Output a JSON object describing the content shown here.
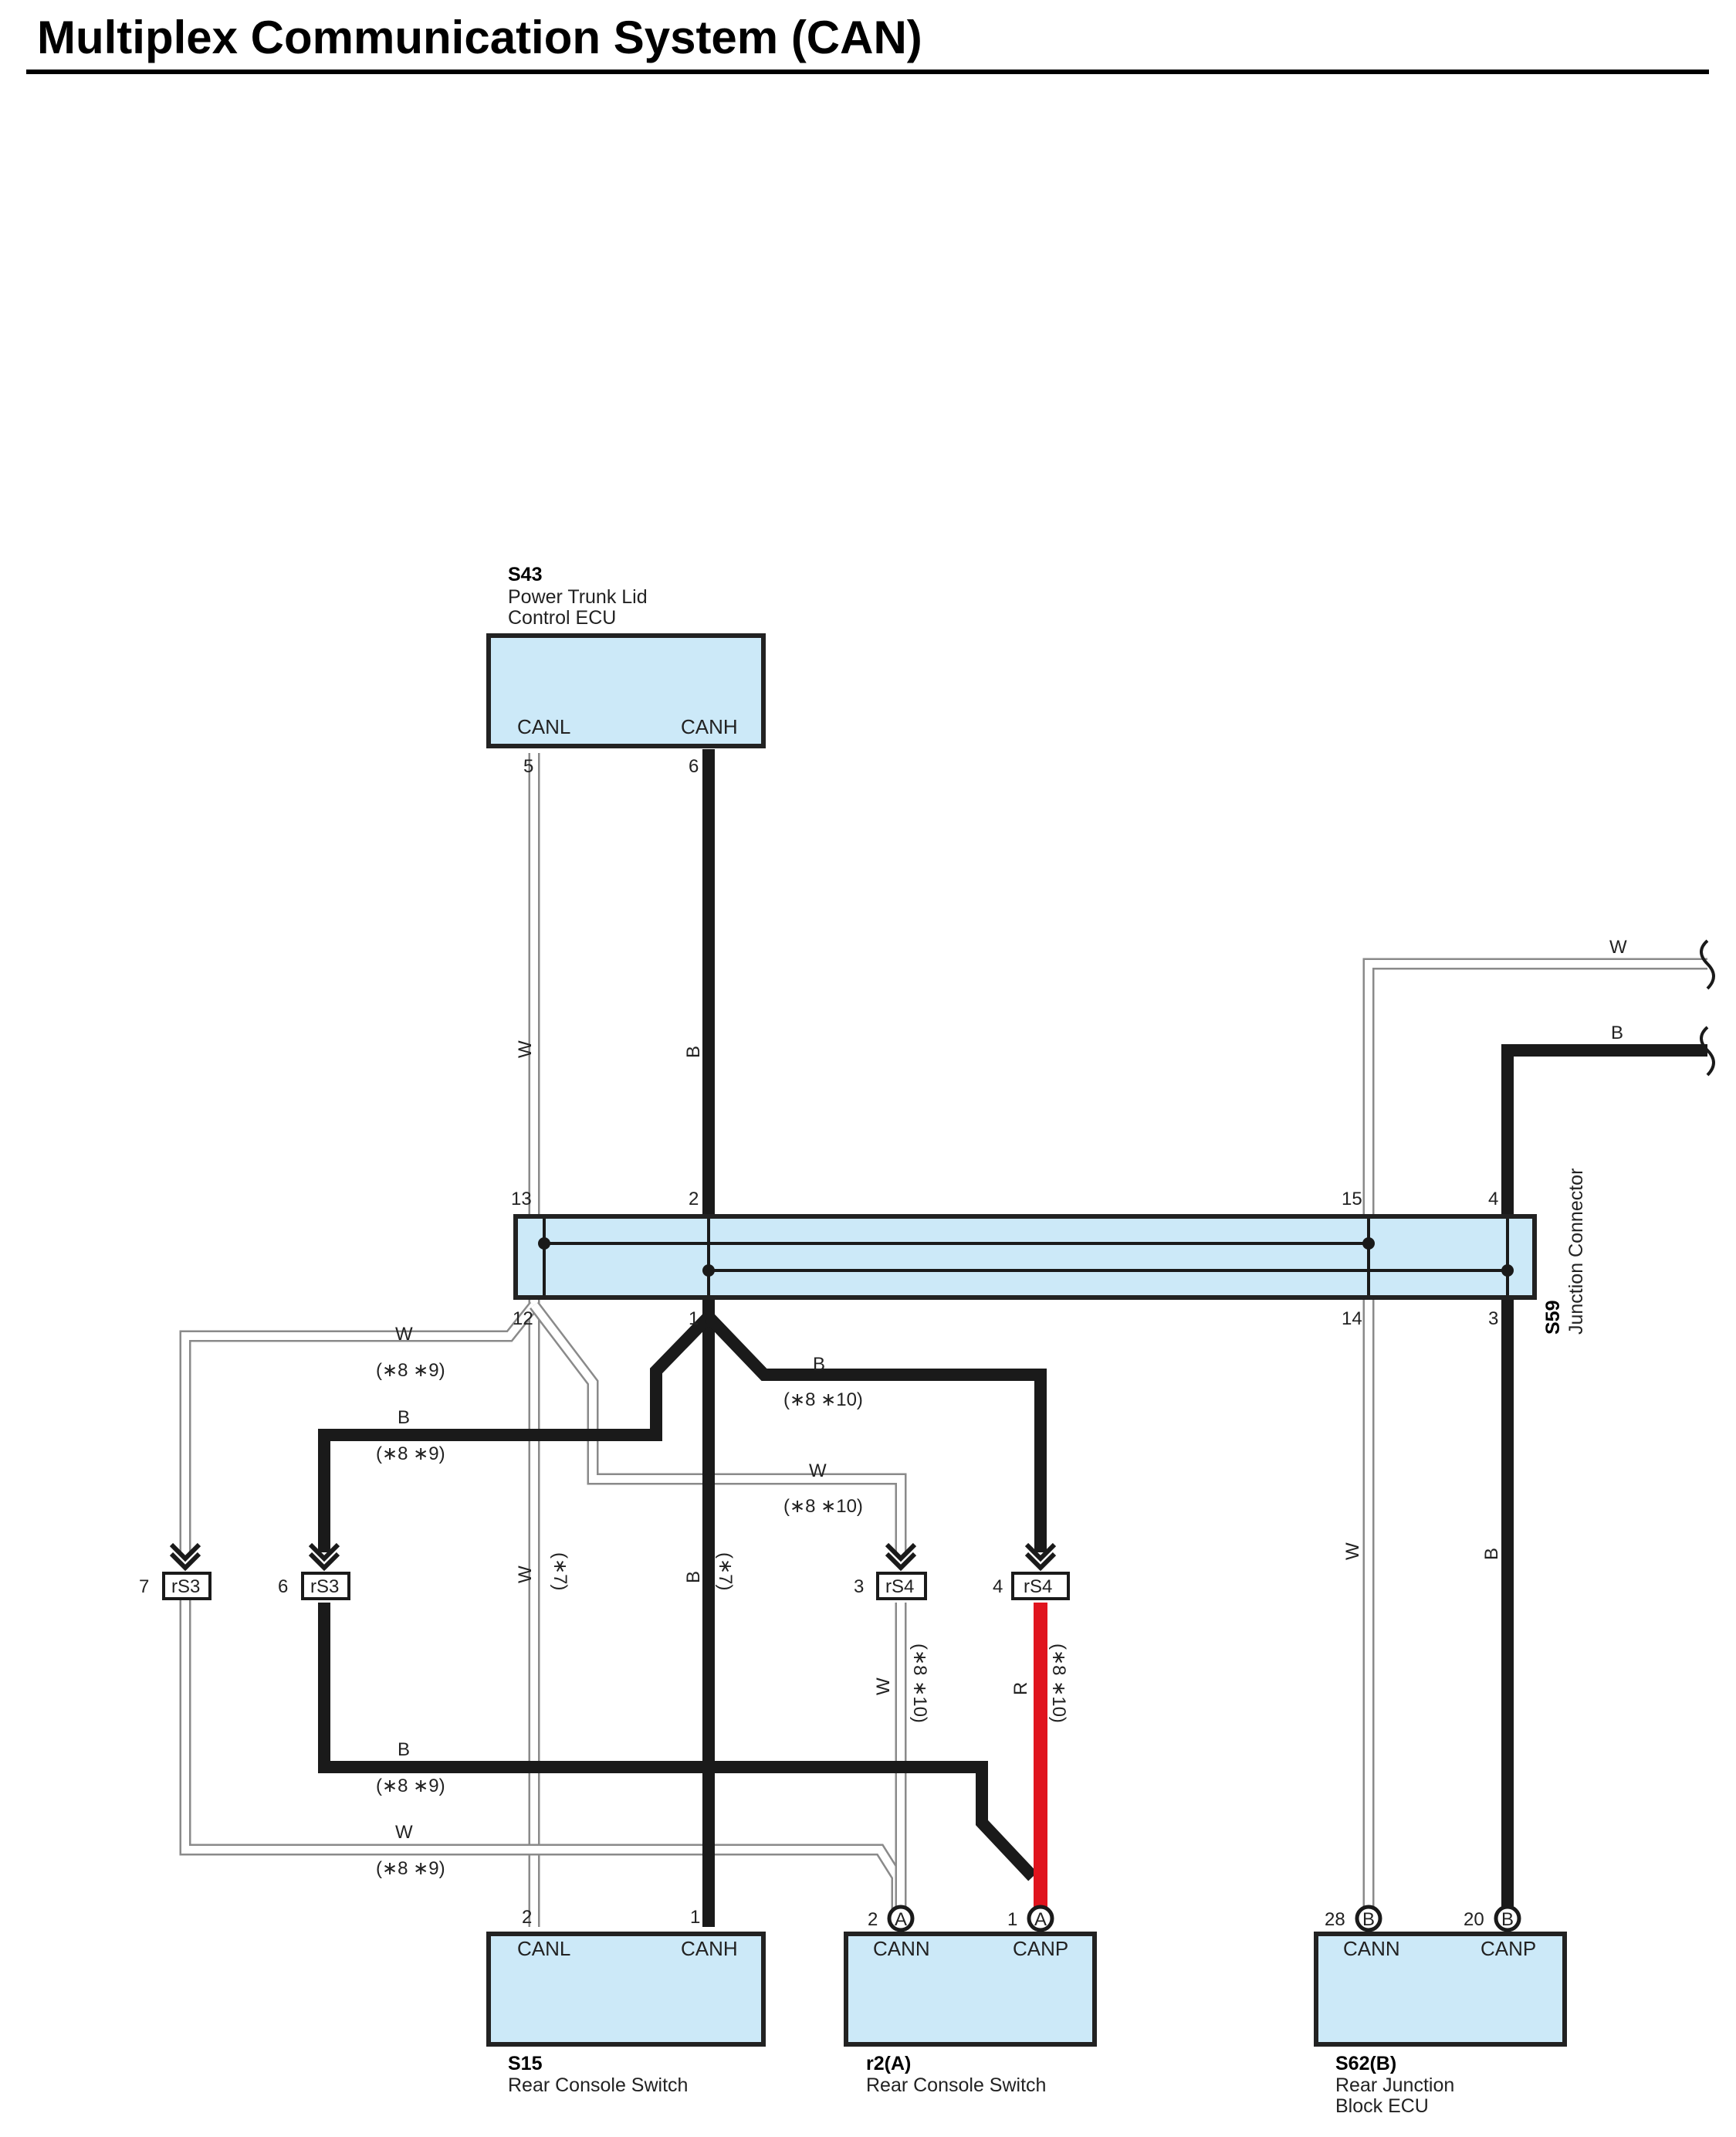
{
  "title": "Multiplex Communication System (CAN)",
  "components": {
    "s43": {
      "code": "S43",
      "name_line1": "Power Trunk Lid",
      "name_line2": "Control ECU",
      "pin_left": "CANL",
      "pin_right": "CANH",
      "pin_left_no": "5",
      "pin_right_no": "6"
    },
    "s59": {
      "code": "S59",
      "name": "Junction Connector",
      "pins": {
        "p13": "13",
        "p2": "2",
        "p15": "15",
        "p4": "4",
        "p12": "12",
        "p1": "1",
        "p14": "14",
        "p3": "3"
      }
    },
    "s15": {
      "code": "S15",
      "name": "Rear Console Switch",
      "pin_left": "CANL",
      "pin_right": "CANH",
      "pin_left_no": "2",
      "pin_right_no": "1"
    },
    "r2a": {
      "code": "r2(A)",
      "name": "Rear Console Switch",
      "pin_left": "CANN",
      "pin_right": "CANP",
      "pin_left_no": "2",
      "pin_right_no": "1",
      "badge": "A"
    },
    "s62b": {
      "code": "S62(B)",
      "name_line1": "Rear Junction",
      "name_line2": "Block ECU",
      "pin_left": "CANN",
      "pin_right": "CANP",
      "pin_left_no": "28",
      "pin_right_no": "20",
      "badge": "B"
    }
  },
  "connectors": [
    {
      "id": "rS3",
      "pin": "7"
    },
    {
      "id": "rS3",
      "pin": "6"
    },
    {
      "id": "rS4",
      "pin": "3"
    },
    {
      "id": "rS4",
      "pin": "4"
    }
  ],
  "wire_colors": {
    "white": "W",
    "black": "B",
    "red": "R"
  },
  "conditions": {
    "c89": "(∗8 ∗9)",
    "c810": "(∗8 ∗10)",
    "c7": "(∗7)"
  },
  "colors": {
    "ecu_fill": "#cce9f8",
    "wire_black": "#1a1a1a",
    "wire_red": "#e0141e",
    "wire_white_outline": "#8a8a8a"
  }
}
